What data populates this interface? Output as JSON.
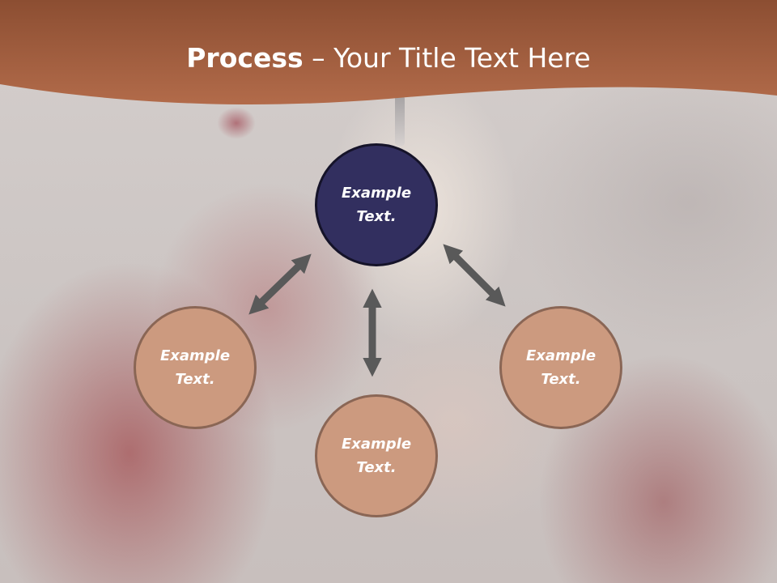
{
  "slide": {
    "title_bold": "Process",
    "title_rest": " – Your Title Text Here"
  },
  "colors": {
    "header": "#a8623f",
    "center_fill": "#322f5f",
    "petal_fill": "#cc9a7f",
    "arrow": "#595959"
  },
  "diagram": {
    "center": {
      "label": "Example\nText."
    },
    "nodes": [
      {
        "label": "Example\nText."
      },
      {
        "label": "Example\nText."
      },
      {
        "label": "Example\nText."
      }
    ],
    "arrows": [
      "double-headed",
      "double-headed",
      "double-headed"
    ]
  }
}
